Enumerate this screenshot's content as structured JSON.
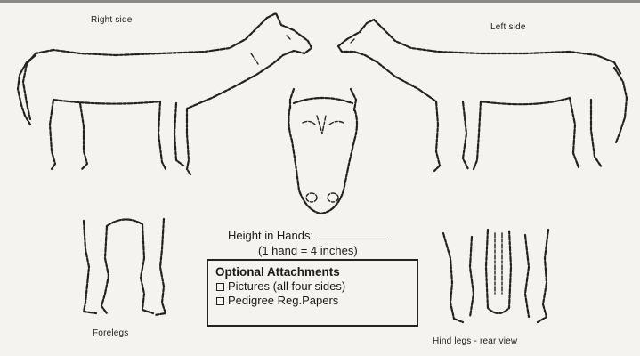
{
  "views": {
    "right_side": "Right side",
    "left_side": "Left side",
    "forelegs": "Forelegs",
    "hind_legs": "Hind legs - rear view"
  },
  "height": {
    "label": "Height in Hands:",
    "note": "(1 hand = 4 inches)"
  },
  "attachments": {
    "title": "Optional Attachments",
    "items": [
      "Pictures (all four sides)",
      "Pedigree Reg.Papers"
    ]
  }
}
